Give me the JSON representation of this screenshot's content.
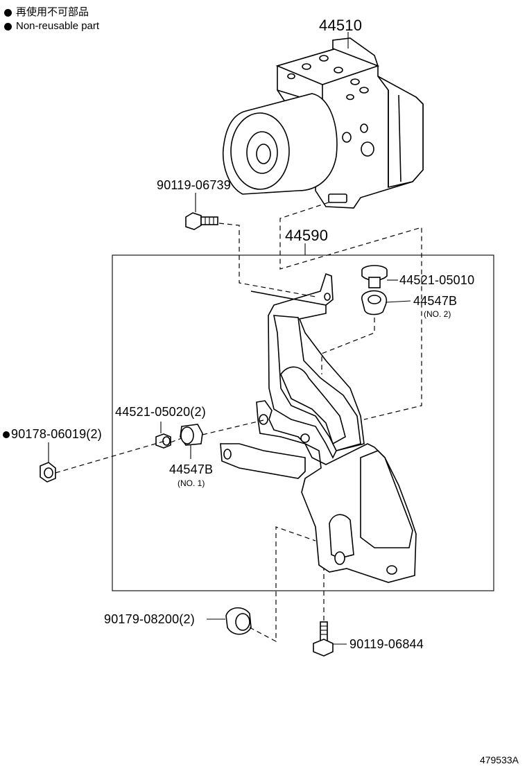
{
  "legend": {
    "japanese": "再使用不可部品",
    "english": "Non-reusable part"
  },
  "labels": {
    "abs_actuator": "44510",
    "bolt_top": "90119-06739",
    "bracket": "44590",
    "collar_top": "44521-05010",
    "cushion_no2": "44547B",
    "cushion_no2_note": "(NO. 2)",
    "collar_left": "44521-05020(2)",
    "nut_left": "90178-06019(2)",
    "cushion_no1": "44547B",
    "cushion_no1_note": "(NO. 1)",
    "nut_bottom": "90179-08200(2)",
    "bolt_bottom": "90119-06844"
  },
  "diagram_code": "479533A"
}
